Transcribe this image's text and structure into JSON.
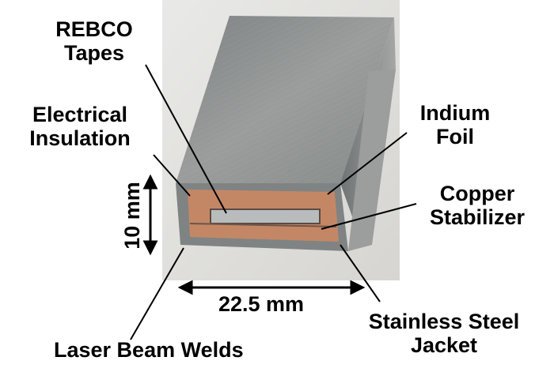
{
  "labels": {
    "rebco": [
      "REBCO",
      "Tapes"
    ],
    "electrical_insulation": [
      "Electrical",
      "Insulation"
    ],
    "indium_foil": [
      "Indium",
      "Foil"
    ],
    "copper_stabilizer": [
      "Copper",
      "Stabilizer"
    ],
    "stainless_steel_jacket": [
      "Stainless Steel",
      "Jacket"
    ],
    "laser_beam_welds": "Laser Beam Welds"
  },
  "dimensions": {
    "height": "10 mm",
    "width": "22.5 mm"
  },
  "colors": {
    "steel": "#8a8c8c",
    "copper": "#c98b6a",
    "slot": "#b8bcbc",
    "background": "#ffffff"
  }
}
